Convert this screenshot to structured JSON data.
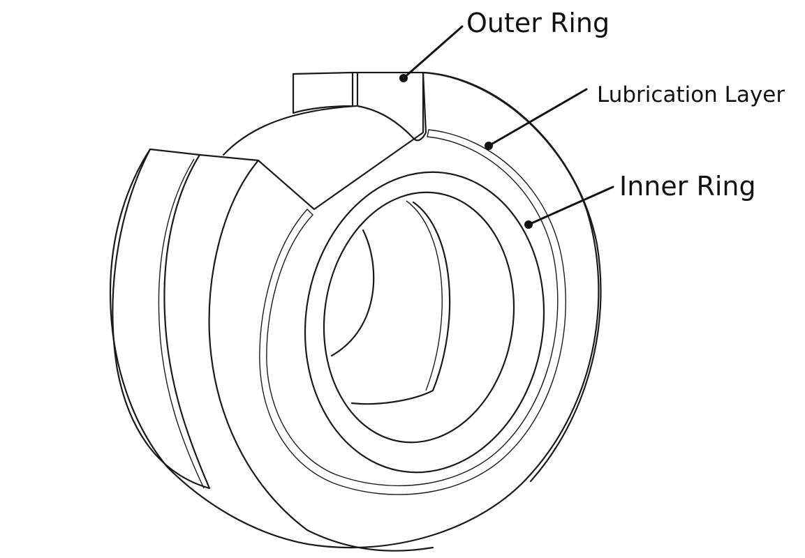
{
  "labels": {
    "outer_ring": "Outer Ring",
    "lubrication_layer": "Lubrication Layer",
    "inner_ring": "Inner Ring"
  },
  "colors": {
    "stroke": "#1a1a1a",
    "hatch": "#c8c8c8",
    "lubrication": "#9a9a9a",
    "background": "#ffffff"
  }
}
